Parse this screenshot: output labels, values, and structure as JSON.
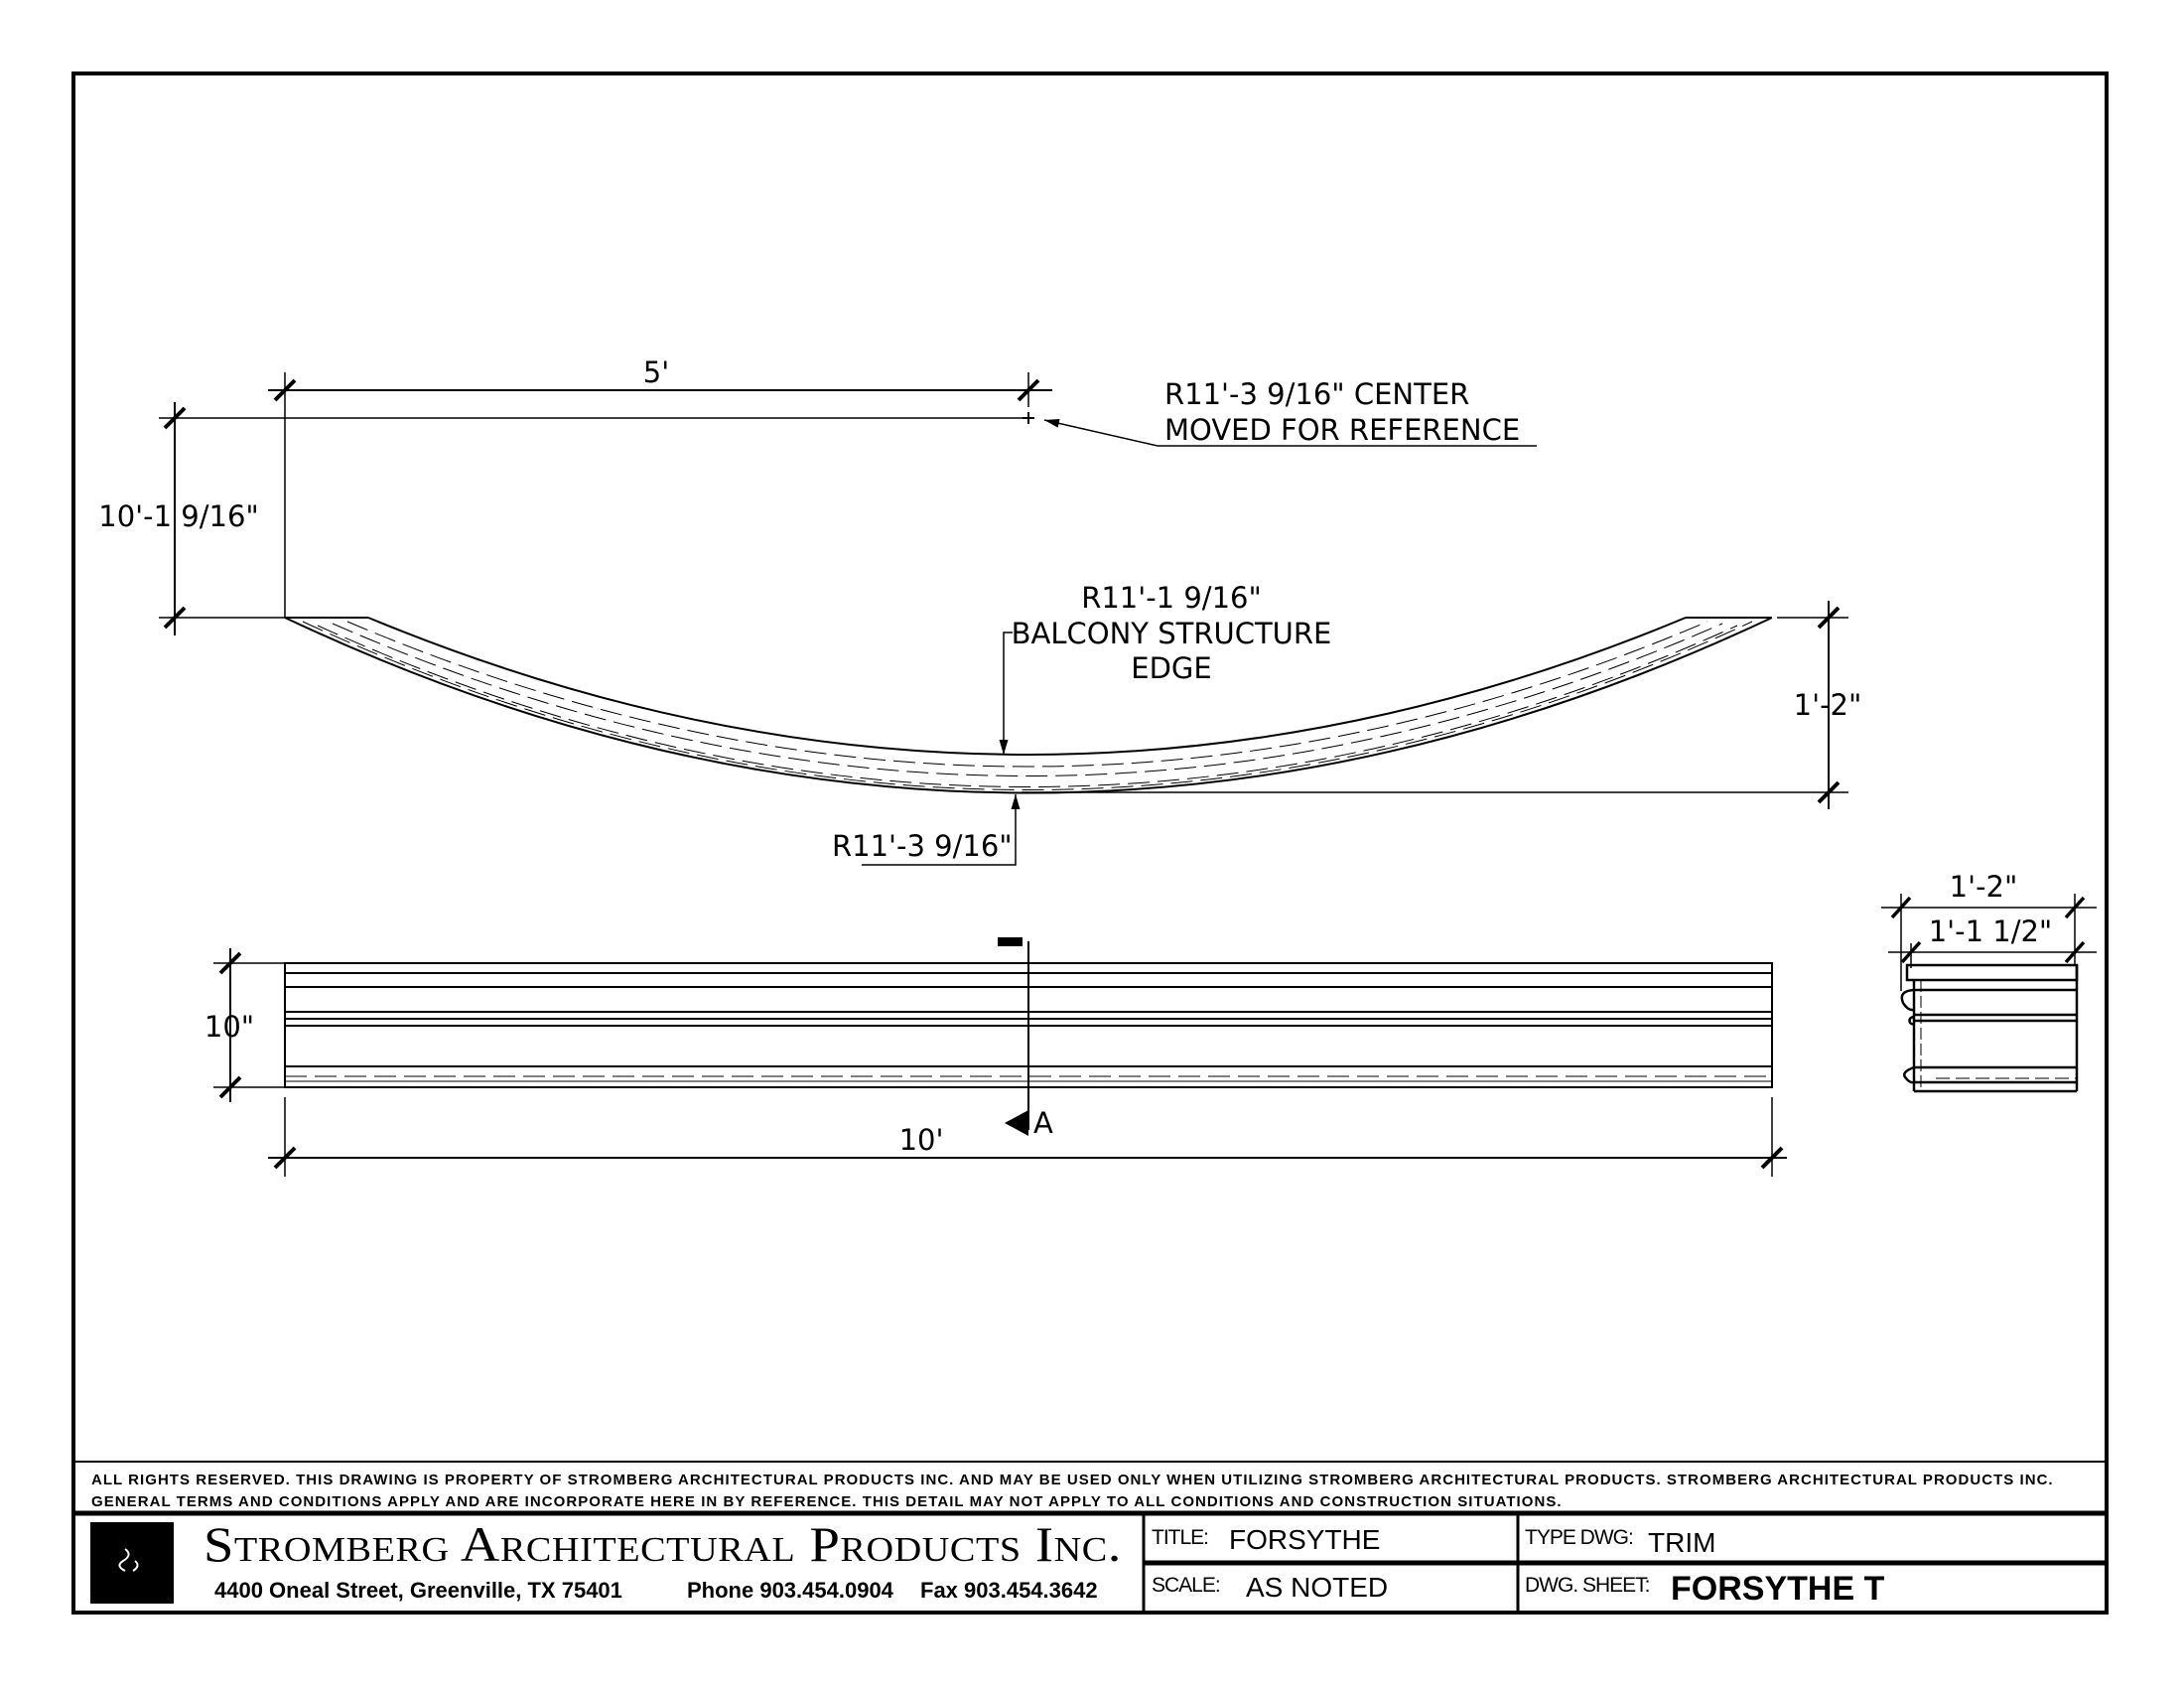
{
  "plan_view": {
    "dim_half_length": "5'",
    "dim_center_offset": "10'-1 9/16\"",
    "center_note": [
      "R11'-3 9/16\" CENTER",
      "MOVED FOR REFERENCE"
    ],
    "inner_radius_note": [
      "R11'-1 9/16\"",
      "BALCONY STRUCTURE",
      "EDGE"
    ],
    "outer_radius_note": "R11'-3 9/16\"",
    "dim_depth": "1'-2\""
  },
  "elevation_view": {
    "dim_height": "10\"",
    "dim_length": "10'",
    "section_mark": "A"
  },
  "section_view": {
    "dim_overall": "1'-2\"",
    "dim_inner": "1'-1 1/2\""
  },
  "disclaimer": [
    "ALL RIGHTS RESERVED. THIS DRAWING IS PROPERTY OF STROMBERG ARCHITECTURAL PRODUCTS INC. AND MAY BE USED ONLY WHEN UTILIZING STROMBERG ARCHITECTURAL PRODUCTS.  STROMBERG ARCHITECTURAL PRODUCTS INC.",
    "GENERAL TERMS AND CONDITIONS APPLY AND ARE INCORPORATE HERE IN BY REFERENCE.  THIS DETAIL MAY NOT APPLY TO ALL CONDITIONS AND CONSTRUCTION SITUATIONS."
  ],
  "title_block": {
    "company": "Stromberg Architectural Products Inc.",
    "address": "4400 Oneal Street, Greenville, TX  75401",
    "phone": "Phone 903.454.0904",
    "fax": "Fax 903.454.3642",
    "title_label": "TITLE:",
    "title_value": "FORSYTHE",
    "type_label": "TYPE DWG:",
    "type_value": "TRIM",
    "scale_label": "SCALE:",
    "scale_value": "AS NOTED",
    "sheet_label": "DWG. SHEET:",
    "sheet_value": "FORSYTHE T"
  }
}
